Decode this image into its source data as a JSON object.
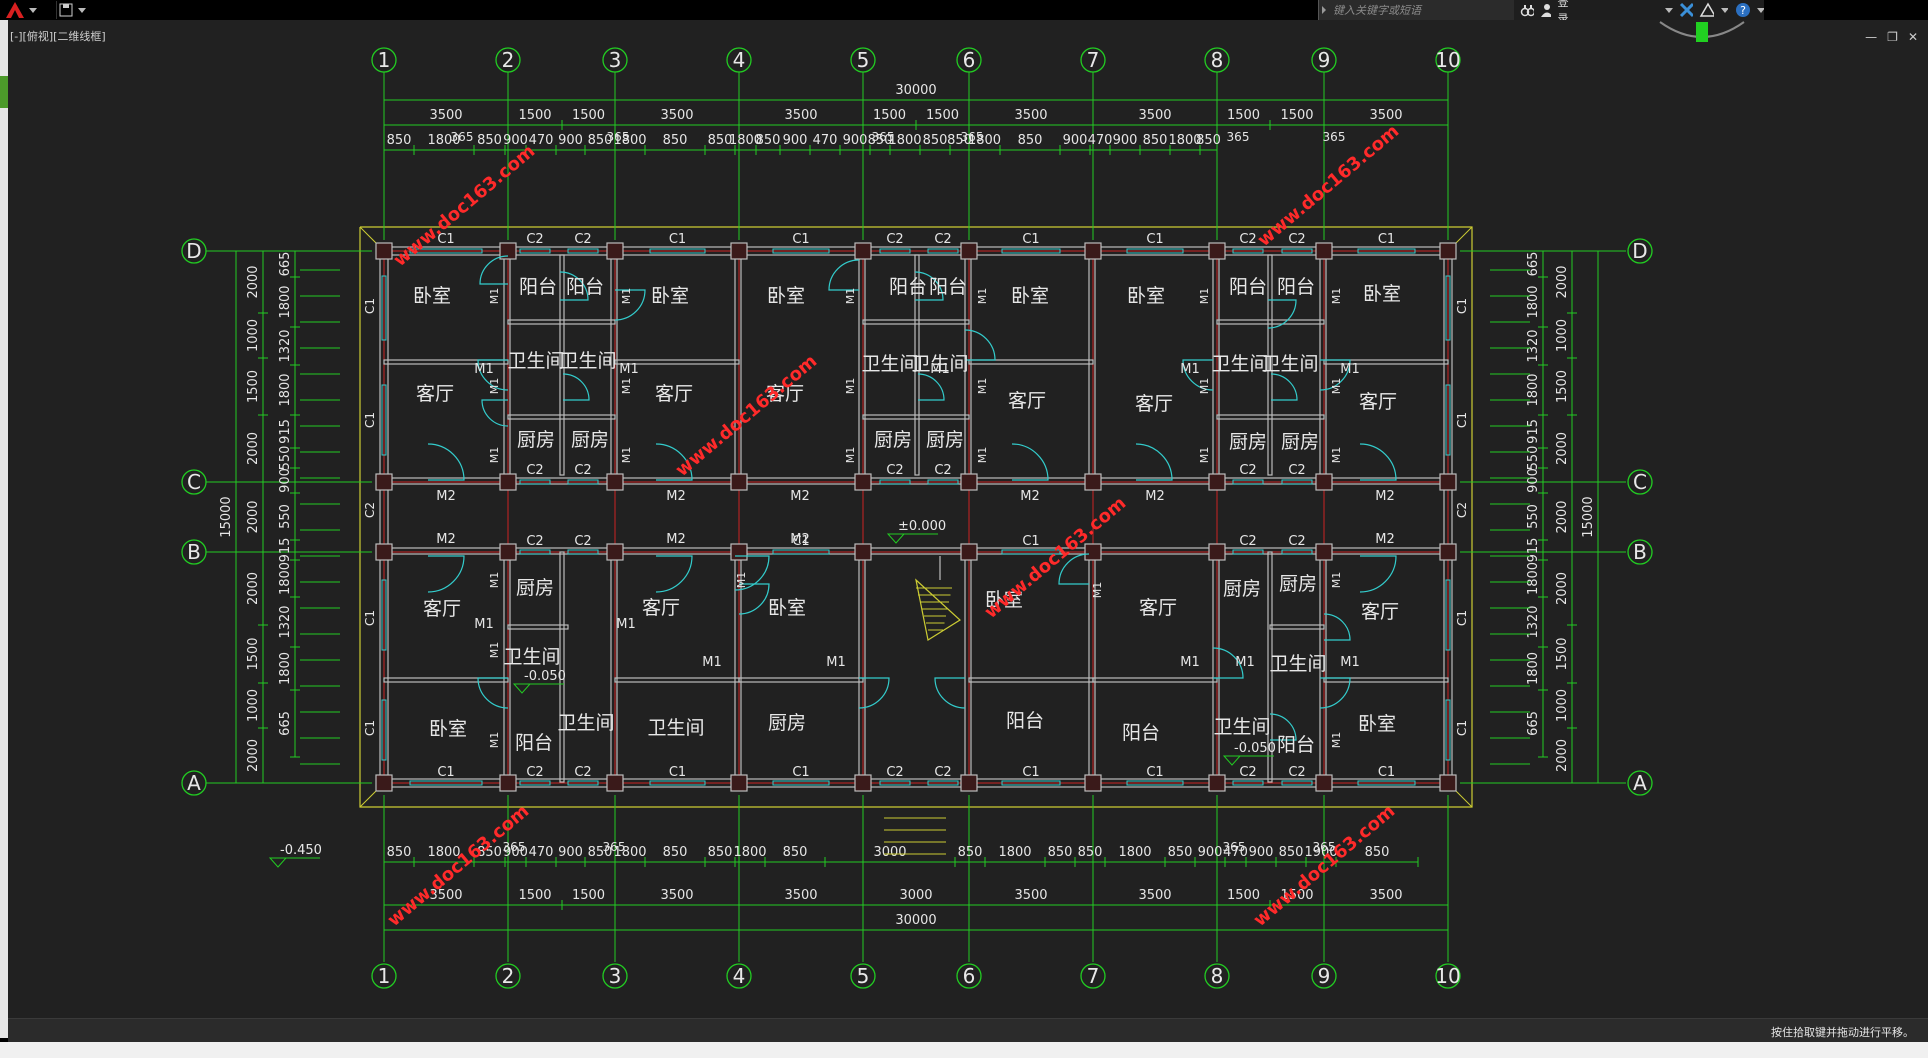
{
  "toolbar": {
    "search_placeholder": "键入关键字或短语",
    "login_label": "登录"
  },
  "viewport": {
    "view_label": "[-][俯视][二维线框]"
  },
  "status": {
    "hint": "按住拾取键并拖动进行平移。"
  },
  "drawing": {
    "grid_cols": [
      "1",
      "2",
      "3",
      "4",
      "5",
      "6",
      "7",
      "8",
      "9",
      "10"
    ],
    "grid_rows": [
      "D",
      "C",
      "B",
      "A"
    ],
    "top_total": "30000",
    "top_dims_row1": [
      "3500",
      "1500",
      "1500",
      "3500",
      "3500",
      "1500",
      "1500",
      "3500",
      "3500",
      "1500",
      "1500",
      "3500"
    ],
    "top_dims_row2": [
      "850",
      "1800",
      "850",
      "900",
      "470",
      "900",
      "850",
      "1800",
      "850",
      "850",
      "1800",
      "850",
      "900",
      "470",
      "900",
      "850",
      "1800",
      "850",
      "850",
      "1800",
      "850",
      "900",
      "470",
      "900",
      "850",
      "1800",
      "850"
    ],
    "bottom_total": "30000",
    "bottom_dims_row1": [
      "3500",
      "1500",
      "1500",
      "3500",
      "3500",
      "3000",
      "3500",
      "3500",
      "1500",
      "1500",
      "3500"
    ],
    "bottom_dims_row2": [
      "850",
      "1800",
      "850",
      "900",
      "470",
      "900",
      "850",
      "1800",
      "850",
      "850",
      "1800",
      "850",
      "3000",
      "850",
      "1800",
      "850",
      "850",
      "1800",
      "850",
      "900",
      "470",
      "900",
      "850",
      "1900",
      "850"
    ],
    "dim_365": "365",
    "left_total": "15000",
    "right_total": "15000",
    "left_dims_a": [
      "2000",
      "1000",
      "1500",
      "2000",
      "2000",
      "2000",
      "1500",
      "1000",
      "2000"
    ],
    "left_dims_b": [
      "665",
      "1800",
      "1320",
      "1800",
      "915",
      "550",
      "900",
      "550",
      "915",
      "1800",
      "1320",
      "1800",
      "665"
    ],
    "rooms": [
      {
        "label": "卧室"
      },
      {
        "label": "阳台"
      },
      {
        "label": "阳台"
      },
      {
        "label": "卧室"
      },
      {
        "label": "卧室"
      },
      {
        "label": "阳台"
      },
      {
        "label": "阳台"
      },
      {
        "label": "卧室"
      },
      {
        "label": "卧室"
      },
      {
        "label": "阳台"
      },
      {
        "label": "阳台"
      },
      {
        "label": "卧室"
      },
      {
        "label": "客厅"
      },
      {
        "label": "卫生间"
      },
      {
        "label": "卫生间"
      },
      {
        "label": "客厅"
      },
      {
        "label": "客厅"
      },
      {
        "label": "卫生间"
      },
      {
        "label": "卫生间"
      },
      {
        "label": "客厅"
      },
      {
        "label": "客厅"
      },
      {
        "label": "卫生间"
      },
      {
        "label": "卫生间"
      },
      {
        "label": "客厅"
      },
      {
        "label": "厨房"
      },
      {
        "label": "厨房"
      },
      {
        "label": "厨房"
      },
      {
        "label": "厨房"
      },
      {
        "label": "厨房"
      },
      {
        "label": "厨房"
      },
      {
        "label": "客厅"
      },
      {
        "label": "厨房"
      },
      {
        "label": "客厅"
      },
      {
        "label": "卧室"
      },
      {
        "label": "卧室"
      },
      {
        "label": "客厅"
      },
      {
        "label": "厨房"
      },
      {
        "label": "客厅"
      },
      {
        "label": "卫生间"
      },
      {
        "label": "卫生间"
      },
      {
        "label": "卫生间"
      },
      {
        "label": "卧室"
      },
      {
        "label": "阳台"
      },
      {
        "label": "卫生间"
      },
      {
        "label": "厨房"
      },
      {
        "label": "阳台"
      },
      {
        "label": "阳台"
      },
      {
        "label": "厨房"
      },
      {
        "label": "卫生间"
      },
      {
        "label": "阳台"
      },
      {
        "label": "卧室"
      }
    ],
    "window_c1": "C1",
    "window_c2": "C2",
    "door_m1": "M1",
    "door_m2": "M2",
    "elev_main": "±0.000",
    "elev_wc1": "-0.050",
    "elev_wc2": "-0.050",
    "elev_outside": "-0.450",
    "watermark": "www.doc163.com"
  },
  "colors": {
    "background": "#212121",
    "grid_line": "#22cc22",
    "axis_line": "#cc2222",
    "wall": "#bdbdbd",
    "window": "#33cccc",
    "door": "#33cccc",
    "watermark": "#ff2a2a",
    "outline": "#cccc33"
  }
}
